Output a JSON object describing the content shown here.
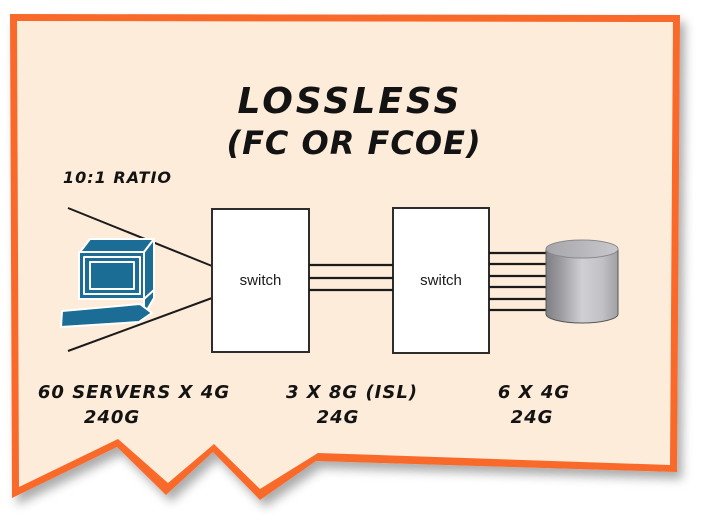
{
  "canvas": {
    "frame_border_color": "#F96B2B",
    "frame_fill_color": "#FDECD9",
    "line_color": "#1b1b1b"
  },
  "title": {
    "line1": "LOSSLESS",
    "line2": "(FC OR FCOE)"
  },
  "annotations": {
    "ratio": "10:1 RATIO"
  },
  "nodes": {
    "servers": {
      "icon": "workstation-computer-icon",
      "color": "#1C6D96"
    },
    "switch_left": {
      "label": "switch"
    },
    "switch_right": {
      "label": "switch"
    },
    "storage": {
      "icon": "storage-cylinder-icon",
      "color": "#b8b8bc"
    }
  },
  "links": {
    "servers_to_switch": {
      "line1": "60 SERVERS X 4G",
      "line2": "240G"
    },
    "isl": {
      "line1": "3 X 8G (ISL)",
      "line2": "24G",
      "link_count": 3
    },
    "switch_to_storage": {
      "line1": "6 X 4G",
      "line2": "24G",
      "link_count": 6
    }
  }
}
